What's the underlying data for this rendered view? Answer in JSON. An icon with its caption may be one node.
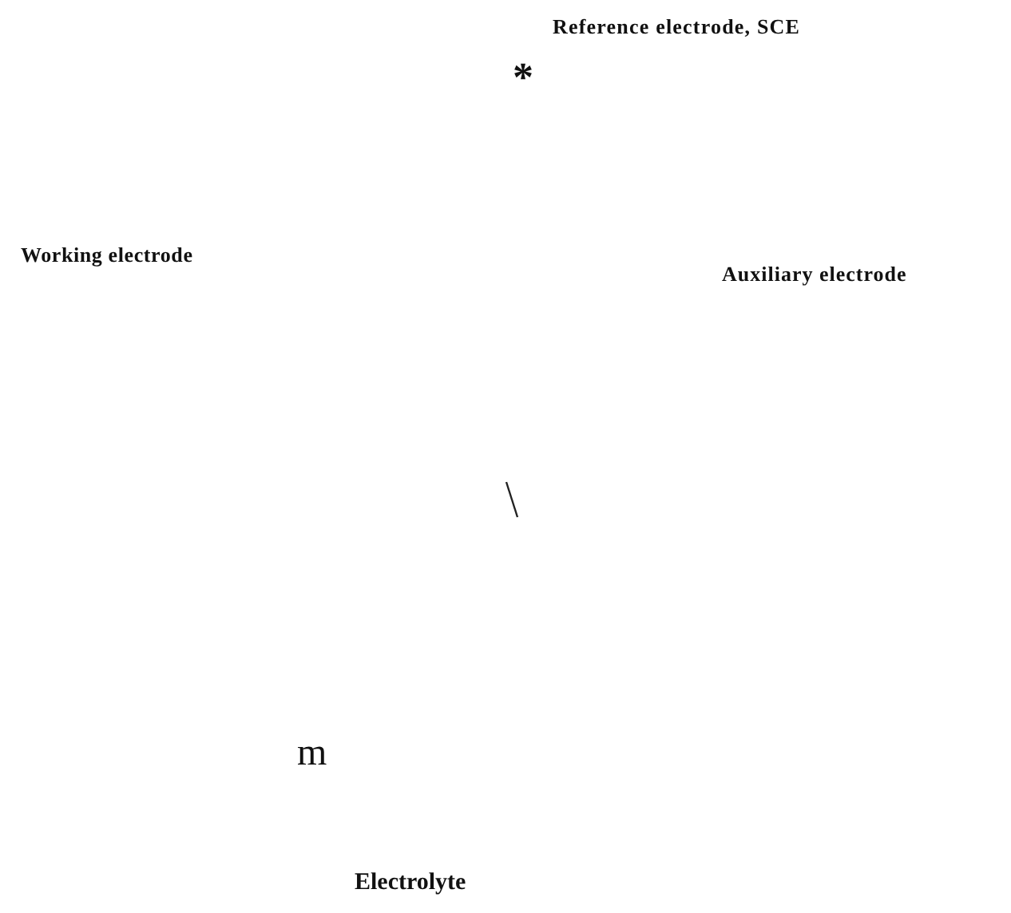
{
  "diagram": {
    "labels": [
      "Reference electrode, SCE",
      "*",
      "Working electrode",
      "Auxiliary electrode",
      "m",
      "Electrolyte"
    ]
  }
}
